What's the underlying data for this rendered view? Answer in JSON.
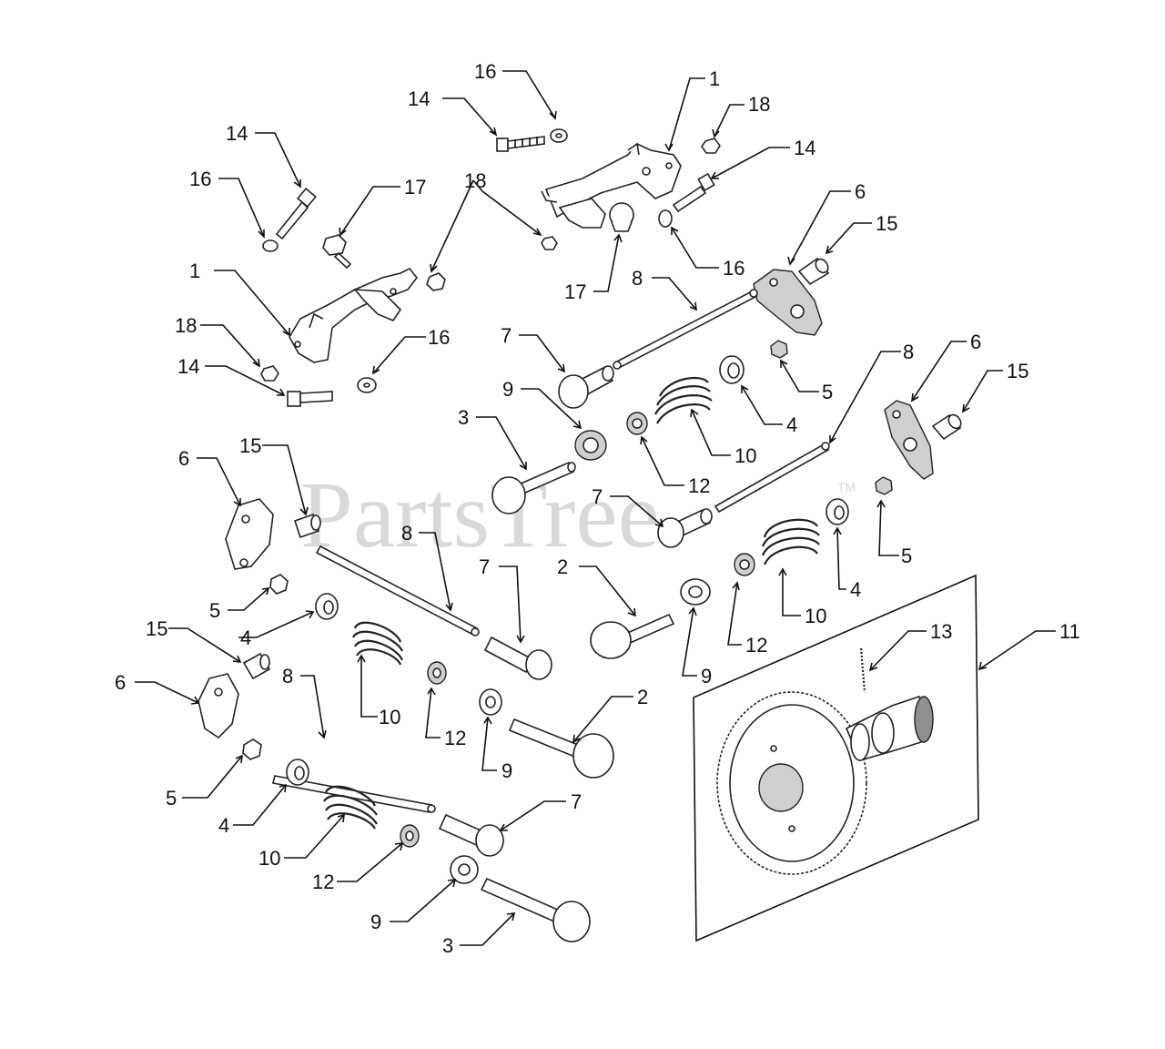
{
  "watermark": {
    "text": "PartsTree",
    "trademark": "TM"
  },
  "callouts": [
    {
      "id": "c1",
      "text": "16"
    },
    {
      "id": "c2",
      "text": "1"
    },
    {
      "id": "c3",
      "text": "14"
    },
    {
      "id": "c4",
      "text": "18"
    },
    {
      "id": "c5",
      "text": "14"
    },
    {
      "id": "c6",
      "text": "14"
    },
    {
      "id": "c7",
      "text": "16"
    },
    {
      "id": "c8",
      "text": "17"
    },
    {
      "id": "c9",
      "text": "18"
    },
    {
      "id": "c10",
      "text": "6"
    },
    {
      "id": "c11",
      "text": "15"
    },
    {
      "id": "c12",
      "text": "1"
    },
    {
      "id": "c13",
      "text": "16"
    },
    {
      "id": "c14",
      "text": "17"
    },
    {
      "id": "c15",
      "text": "8"
    },
    {
      "id": "c16",
      "text": "18"
    },
    {
      "id": "c17",
      "text": "16"
    },
    {
      "id": "c18",
      "text": "14"
    },
    {
      "id": "c19",
      "text": "7"
    },
    {
      "id": "c20",
      "text": "5"
    },
    {
      "id": "c21",
      "text": "8"
    },
    {
      "id": "c22",
      "text": "6"
    },
    {
      "id": "c23",
      "text": "15"
    },
    {
      "id": "c24",
      "text": "9"
    },
    {
      "id": "c25",
      "text": "4"
    },
    {
      "id": "c26",
      "text": "3"
    },
    {
      "id": "c27",
      "text": "10"
    },
    {
      "id": "c28",
      "text": "12"
    },
    {
      "id": "c29",
      "text": "6"
    },
    {
      "id": "c30",
      "text": "15"
    },
    {
      "id": "c31",
      "text": "7"
    },
    {
      "id": "c32",
      "text": "5"
    },
    {
      "id": "c33",
      "text": "8"
    },
    {
      "id": "c34",
      "text": "7"
    },
    {
      "id": "c35",
      "text": "2"
    },
    {
      "id": "c36",
      "text": "4"
    },
    {
      "id": "c37",
      "text": "5"
    },
    {
      "id": "c38",
      "text": "10"
    },
    {
      "id": "c39",
      "text": "12"
    },
    {
      "id": "c40",
      "text": "4"
    },
    {
      "id": "c41",
      "text": "15"
    },
    {
      "id": "c42",
      "text": "13"
    },
    {
      "id": "c43",
      "text": "11"
    },
    {
      "id": "c44",
      "text": "9"
    },
    {
      "id": "c45",
      "text": "6"
    },
    {
      "id": "c46",
      "text": "8"
    },
    {
      "id": "c47",
      "text": "10"
    },
    {
      "id": "c48",
      "text": "12"
    },
    {
      "id": "c49",
      "text": "2"
    },
    {
      "id": "c50",
      "text": "9"
    },
    {
      "id": "c51",
      "text": "5"
    },
    {
      "id": "c52",
      "text": "7"
    },
    {
      "id": "c53",
      "text": "4"
    },
    {
      "id": "c54",
      "text": "10"
    },
    {
      "id": "c55",
      "text": "12"
    },
    {
      "id": "c56",
      "text": "9"
    },
    {
      "id": "c57",
      "text": "3"
    }
  ]
}
